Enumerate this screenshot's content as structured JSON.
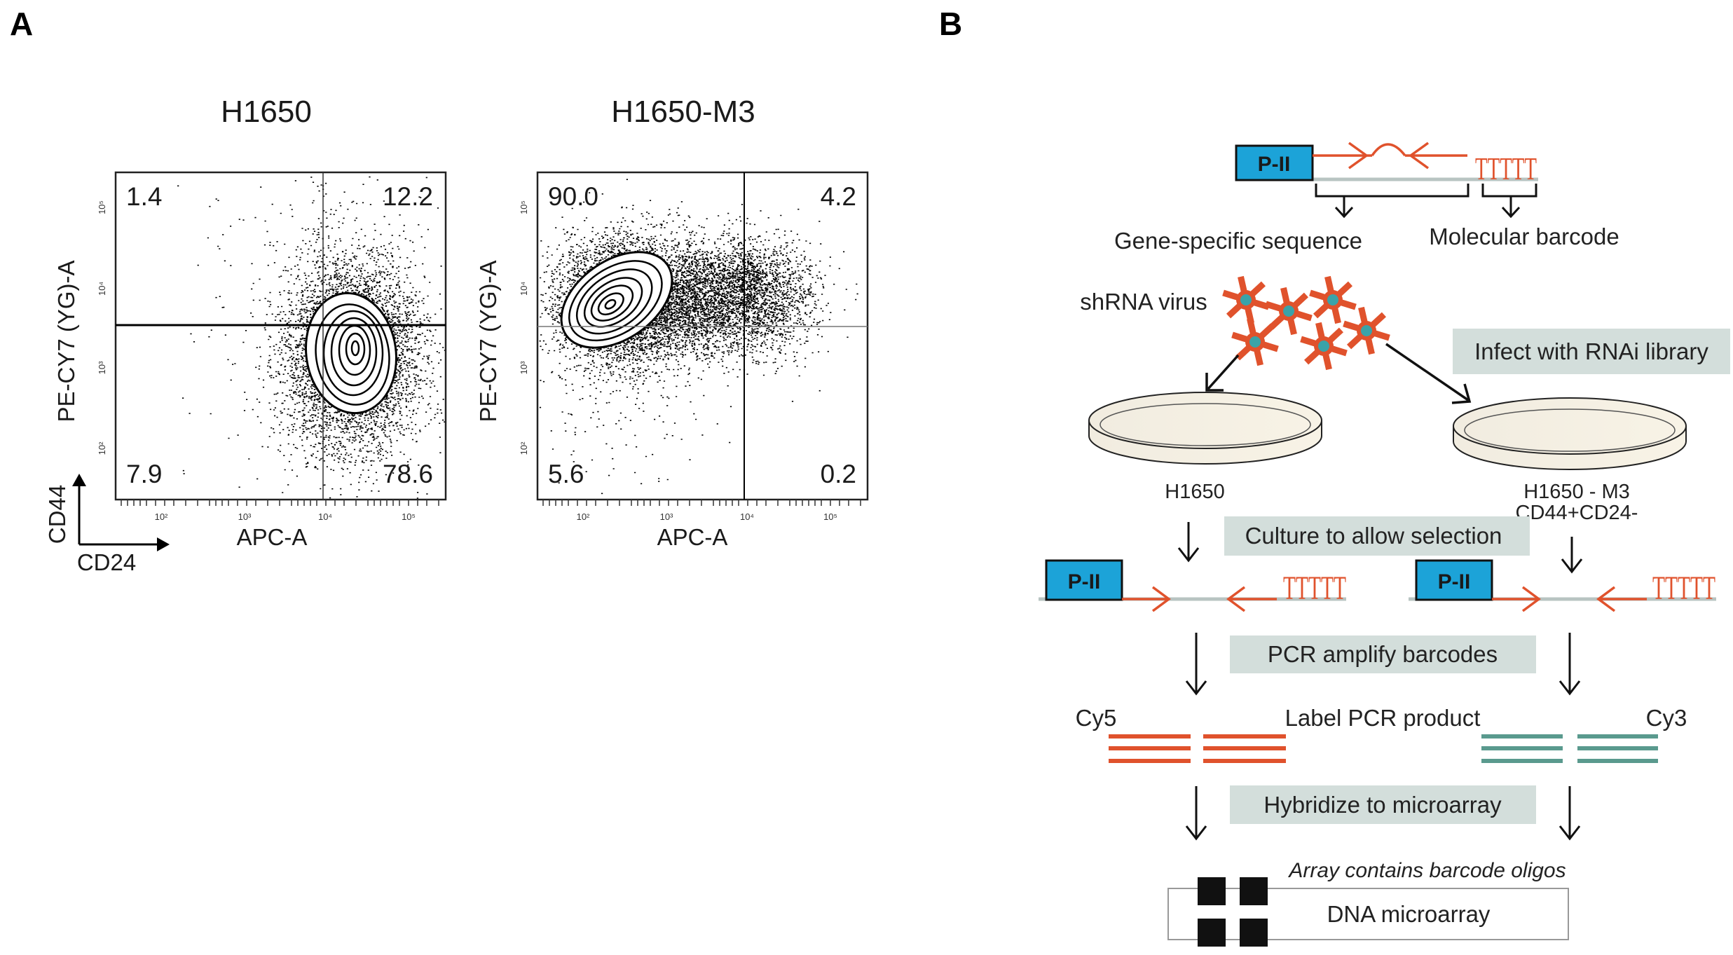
{
  "panel_a": {
    "label": "A",
    "y_axis_label": "PE-CY7 (YG)-A",
    "x_axis_label": "APC-A",
    "tick_labels": [
      "10²",
      "10³",
      "10⁴",
      "10⁵"
    ],
    "legend_y": "CD44",
    "legend_x": "CD24",
    "plots": [
      {
        "title": "H1650",
        "quadrants": {
          "upper_left": "1.4",
          "upper_right": "12.2",
          "lower_left": "7.9",
          "lower_right": "78.6"
        }
      },
      {
        "title": "H1650-M3",
        "quadrants": {
          "upper_left": "90.0",
          "upper_right": "4.2",
          "lower_left": "5.6",
          "lower_right": "0.2"
        }
      }
    ]
  },
  "panel_b": {
    "label": "B",
    "promoter": "P-II",
    "barcode": "TTTTT",
    "gene_specific": "Gene-specific sequence",
    "molecular_barcode": "Molecular barcode",
    "virus": "shRNA virus",
    "infect": "Infect with RNAi library",
    "dish_left": "H1650",
    "dish_right_1": "H1650 - M3",
    "dish_right_2": "CD44+CD24-",
    "culture": "Culture to allow selection",
    "pcr": "PCR amplify barcodes",
    "cy5": "Cy5",
    "label_pcr": "Label PCR product",
    "cy3": "Cy3",
    "hybridize": "Hybridize to microarray",
    "array_note": "Array contains barcode oligos",
    "microarray": "DNA microarray"
  },
  "colors": {
    "red": "#e0522c",
    "blue": "#1ca3d8",
    "teal": "#5a9a8e",
    "box": "#d3dedb"
  }
}
